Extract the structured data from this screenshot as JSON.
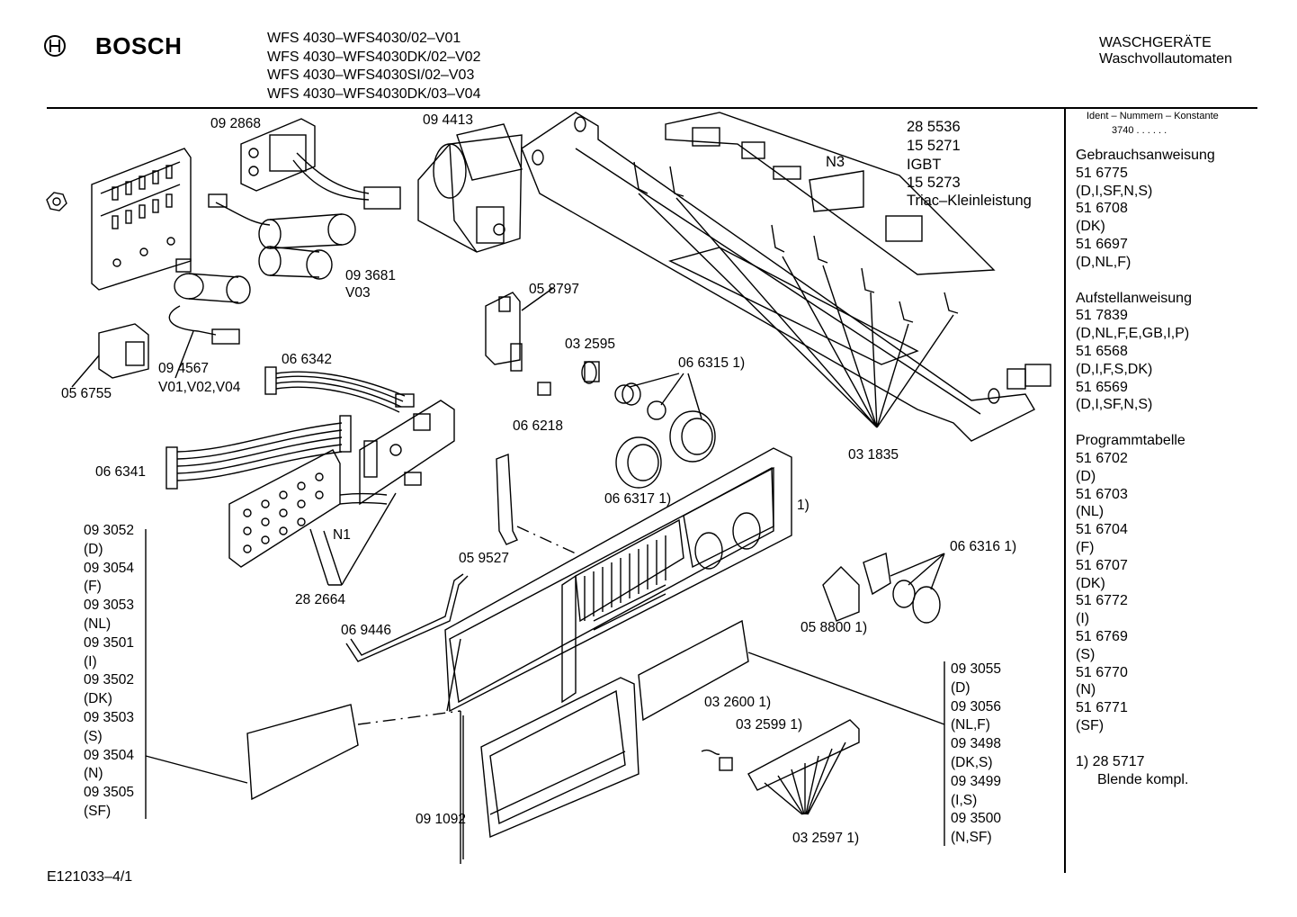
{
  "header": {
    "brand": "BOSCH",
    "models": [
      "WFS 4030–WFS4030/02–V01",
      "WFS 4030–WFS4030DK/02–V02",
      "WFS 4030–WFS4030SI/02–V03",
      "WFS 4030–WFS4030DK/03–V04"
    ],
    "category_line1": "WASCHGERÄTE",
    "category_line2": "Waschvollautomaten"
  },
  "sidebar": {
    "ident_header": "Ident – Nummern – Konstante",
    "ident_value": "3740 . . . . . .",
    "sections": [
      {
        "title": "Gebrauchsanweisung",
        "items": [
          "51 6775",
          "(D,I,SF,N,S)",
          "51 6708",
          "(DK)",
          "51 6697",
          "(D,NL,F)"
        ]
      },
      {
        "title": "Aufstellanweisung",
        "items": [
          "51 7839",
          "(D,NL,F,E,GB,I,P)",
          "51 6568",
          "(D,I,F,S,DK)",
          "51 6569",
          "(D,I,SF,N,S)"
        ]
      },
      {
        "title": "Programmtabelle",
        "items": [
          "51 6702",
          "(D)",
          "51 6703",
          "(NL)",
          "51 6704",
          "(F)",
          "51 6707",
          "(DK)",
          "51 6772",
          "(I)",
          "51 6769",
          "(S)",
          "51 6770",
          "(N)",
          "51 6771",
          "(SF)"
        ]
      }
    ],
    "footnote_num": "1) 28 5717",
    "footnote_text": "Blende kompl."
  },
  "footer": {
    "drawing_id": "E121033–4/1"
  },
  "parts": {
    "p092868": "09 2868",
    "p094413": "09 4413",
    "p285536": "28 5536",
    "p155271": "15 5271",
    "igbt": "IGBT",
    "p155273": "15 5273",
    "triac": "Triac–Kleinleistung",
    "n3": "N3",
    "p093681": "09 3681",
    "v03": "V03",
    "p094567": "09 4567",
    "v01v02v04": "V01,V02,V04",
    "p056755": "05 6755",
    "p066342": "06 6342",
    "p058797": "05 8797",
    "p032595": "03 2595",
    "p066315": "06 6315 1)",
    "p066218": "06 6218",
    "p031835": "03 1835",
    "p066341": "06 6341",
    "p066317": "06 6317 1)",
    "one": "1)",
    "n1": "N1",
    "p059527": "05 9527",
    "p282664": "28 2664",
    "p066316": "06 6316 1)",
    "p058800": "05 8800 1)",
    "p069446": "06 9446",
    "p032600": "03 2600 1)",
    "p032599": "03 2599 1)",
    "p091092": "09 1092",
    "p032597": "03 2597 1)",
    "left_list": [
      "09 3052",
      "(D)",
      "09 3054",
      "(F)",
      "09 3053",
      "(NL)",
      "09 3501",
      "(I)",
      "09 3502",
      "(DK)",
      "09 3503",
      "(S)",
      "09 3504",
      "(N)",
      "09 3505",
      "(SF)"
    ],
    "right_list": [
      "09 3055",
      "(D)",
      "09 3056",
      "(NL,F)",
      "09 3498",
      "(DK,S)",
      "09 3499",
      "(I,S)",
      "09 3500",
      "(N,SF)"
    ]
  }
}
